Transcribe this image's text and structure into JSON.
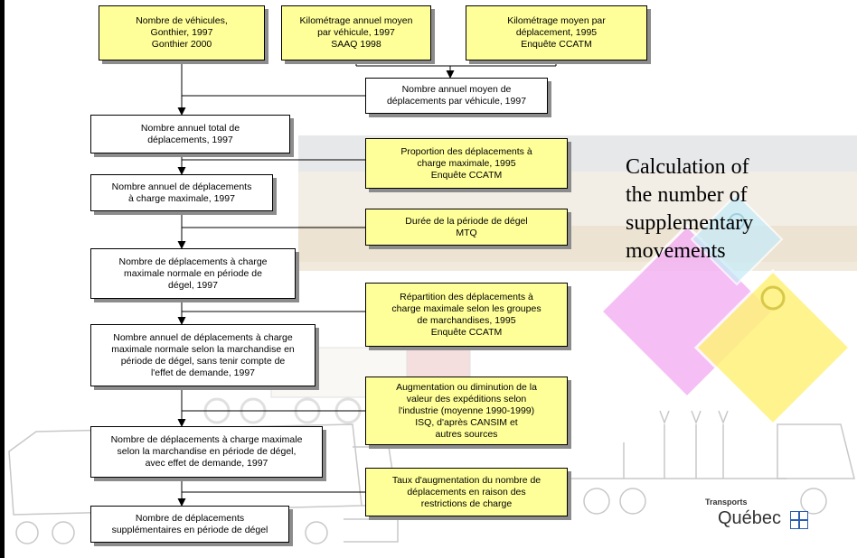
{
  "flowchart": {
    "box_vehicles": "Nombre de véhicules,\nGonthier, 1997\nGonthier 2000",
    "box_km_annual": "Kilométrage annuel moyen\npar véhicule, 1997\nSAAQ 1998",
    "box_km_trip": "Kilométrage moyen par\ndéplacement, 1995\nEnquête CCATM",
    "box_annual_trips_vehicle": "Nombre annuel moyen de\ndéplacements par véhicule, 1997",
    "box_total_trips": "Nombre annuel total de\ndéplacements, 1997",
    "box_proportion_max": "Proportion des déplacements à\ncharge maximale, 1995\nEnquête CCATM",
    "box_annual_max": "Nombre annuel de déplacements\nà charge maximale, 1997",
    "box_thaw_duration": "Durée de la période de dégel\nMTQ",
    "box_max_thaw": "Nombre de déplacements à charge\nmaximale normale en période de\ndégel, 1997",
    "box_distribution": "Répartition des déplacements à\ncharge maximale selon les  groupes\nde marchandises, 1995\nEnquête CCATM",
    "box_by_goods": "Nombre annuel de déplacements à charge\nmaximale normale selon la marchandise en\npériode de dégel, sans tenir compte de\nl'effet de demande, 1997",
    "box_increase_value": "Augmentation ou diminution de la\nvaleur des expéditions selon\nl'industrie (moyenne 1990-1999)\nISQ, d'après CANSIM et\nautres sources",
    "box_with_demand": "Nombre de déplacements à charge maximale\nselon la marchandise en période de dégel,\navec effet de demande, 1997",
    "box_rate_increase": "Taux d'augmentation du nombre de\ndéplacements en raison des\nrestrictions de charge",
    "box_supplementary": "Nombre de déplacements\nsupplémentaires en période de dégel"
  },
  "side_title": "Calculation of\nthe number of\nsupplementary\nmovements",
  "logo": {
    "small_text": "Transports",
    "main_text": "Québec"
  },
  "colors": {
    "input_box": "#ffff99",
    "result_box": "#ffffff",
    "shadow": "#8c8c8c",
    "placard_magenta": "#f4b4f4",
    "placard_yellow": "#fff27a",
    "flag_blue": "#2a5fb0"
  },
  "icons": [
    "truck-illustration",
    "tanker-truck-illustration",
    "hazard-placard-illustration",
    "quebec-flag-icon"
  ]
}
